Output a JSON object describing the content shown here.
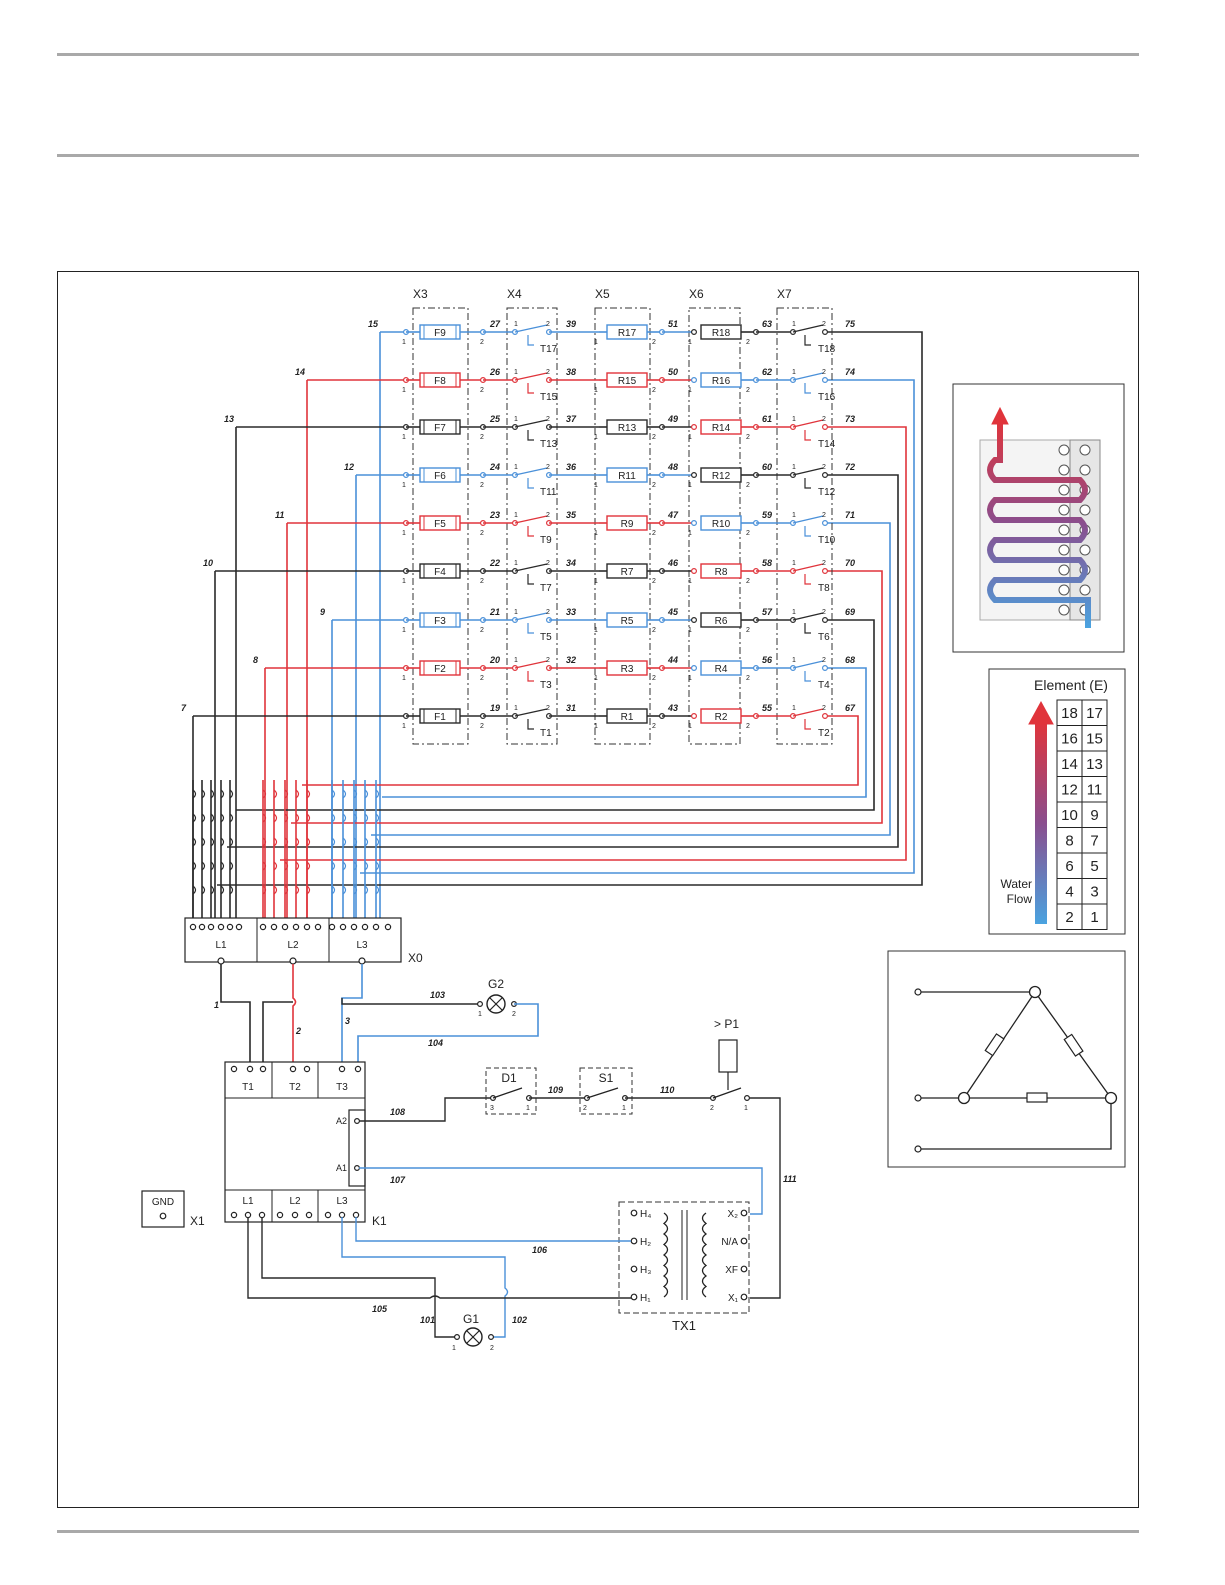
{
  "colors": {
    "red": "#e0343b",
    "blue": "#4a90d9",
    "black": "#2a2a2a",
    "rule": "#a9a9a9"
  },
  "columns": [
    "X3",
    "X4",
    "X5",
    "X6",
    "X7"
  ],
  "rows": [
    {
      "fuse": "F9",
      "color": "blue",
      "w1": "15",
      "w2": "27",
      "w3": "39",
      "w4": "51",
      "w5": "63",
      "w6": "75",
      "thermo1": "T17",
      "res1": "R17",
      "res1c": "blue",
      "res2": "R18",
      "res2c": "black",
      "thermo2": "T18",
      "t2c": "black",
      "outc": "black"
    },
    {
      "fuse": "F8",
      "color": "red",
      "w1": "14",
      "w2": "26",
      "w3": "38",
      "w4": "50",
      "w5": "62",
      "w6": "74",
      "thermo1": "T15",
      "res1": "R15",
      "res1c": "red",
      "res2": "R16",
      "res2c": "blue",
      "thermo2": "T16",
      "t2c": "blue",
      "outc": "blue"
    },
    {
      "fuse": "F7",
      "color": "black",
      "w1": "13",
      "w2": "25",
      "w3": "37",
      "w4": "49",
      "w5": "61",
      "w6": "73",
      "thermo1": "T13",
      "res1": "R13",
      "res1c": "black",
      "res2": "R14",
      "res2c": "red",
      "thermo2": "T14",
      "t2c": "red",
      "outc": "red"
    },
    {
      "fuse": "F6",
      "color": "blue",
      "w1": "12",
      "w2": "24",
      "w3": "36",
      "w4": "48",
      "w5": "60",
      "w6": "72",
      "thermo1": "T11",
      "res1": "R11",
      "res1c": "blue",
      "res2": "R12",
      "res2c": "black",
      "thermo2": "T12",
      "t2c": "black",
      "outc": "black"
    },
    {
      "fuse": "F5",
      "color": "red",
      "w1": "11",
      "w2": "23",
      "w3": "35",
      "w4": "47",
      "w5": "59",
      "w6": "71",
      "thermo1": "T9",
      "res1": "R9",
      "res1c": "red",
      "res2": "R10",
      "res2c": "blue",
      "thermo2": "T10",
      "t2c": "blue",
      "outc": "blue"
    },
    {
      "fuse": "F4",
      "color": "black",
      "w1": "10",
      "w2": "22",
      "w3": "34",
      "w4": "46",
      "w5": "58",
      "w6": "70",
      "thermo1": "T7",
      "res1": "R7",
      "res1c": "black",
      "res2": "R8",
      "res2c": "red",
      "thermo2": "T8",
      "t2c": "red",
      "outc": "red"
    },
    {
      "fuse": "F3",
      "color": "blue",
      "w1": "9",
      "w2": "21",
      "w3": "33",
      "w4": "45",
      "w5": "57",
      "w6": "69",
      "thermo1": "T5",
      "res1": "R5",
      "res1c": "blue",
      "res2": "R6",
      "res2c": "black",
      "thermo2": "T6",
      "t2c": "black",
      "outc": "black"
    },
    {
      "fuse": "F2",
      "color": "red",
      "w1": "8",
      "w2": "20",
      "w3": "32",
      "w4": "44",
      "w5": "56",
      "w6": "68",
      "thermo1": "T3",
      "res1": "R3",
      "res1c": "red",
      "res2": "R4",
      "res2c": "blue",
      "thermo2": "T4",
      "t2c": "blue",
      "outc": "blue"
    },
    {
      "fuse": "F1",
      "color": "black",
      "w1": "7",
      "w2": "19",
      "w3": "31",
      "w4": "43",
      "w5": "55",
      "w6": "67",
      "thermo1": "T1",
      "res1": "R1",
      "res1c": "black",
      "res2": "R2",
      "res2c": "red",
      "thermo2": "T2",
      "t2c": "red",
      "outc": "red"
    }
  ],
  "pins": {
    "one": "1",
    "two": "2",
    "three": "3"
  },
  "terminal_x0": {
    "name": "X0",
    "phases": [
      "L1",
      "L2",
      "L3"
    ]
  },
  "wires": {
    "w1": "1",
    "w2": "2",
    "w3": "3",
    "w101": "101",
    "w102": "102",
    "w103": "103",
    "w104": "104",
    "w105": "105",
    "w106": "106",
    "w107": "107",
    "w108": "108",
    "w109": "109",
    "w110": "110",
    "w111": "111"
  },
  "lamps": {
    "g1": "G1",
    "g2": "G2"
  },
  "contactor": {
    "name": "K1",
    "top": [
      "T1",
      "T2",
      "T3"
    ],
    "bottom": [
      "L1",
      "L2",
      "L3"
    ],
    "coil": [
      "A2",
      "A1"
    ]
  },
  "terminal_x1": {
    "name": "X1",
    "gnd": "GND"
  },
  "switches": {
    "d1": "D1",
    "s1": "S1",
    "p1": "> P1"
  },
  "transformer": {
    "name": "TX1",
    "primary": [
      "H₄",
      "H₂",
      "H₃",
      "H₁"
    ],
    "secondary": [
      "X₂",
      "N/A",
      "XF",
      "X₁"
    ]
  },
  "element_legend": {
    "title": "Element (E)",
    "flow_label_1": "Water",
    "flow_label_2": "Flow",
    "grid": [
      [
        "18",
        "17"
      ],
      [
        "16",
        "15"
      ],
      [
        "14",
        "13"
      ],
      [
        "12",
        "11"
      ],
      [
        "10",
        "9"
      ],
      [
        "8",
        "7"
      ],
      [
        "6",
        "5"
      ],
      [
        "4",
        "3"
      ],
      [
        "2",
        "1"
      ]
    ]
  }
}
